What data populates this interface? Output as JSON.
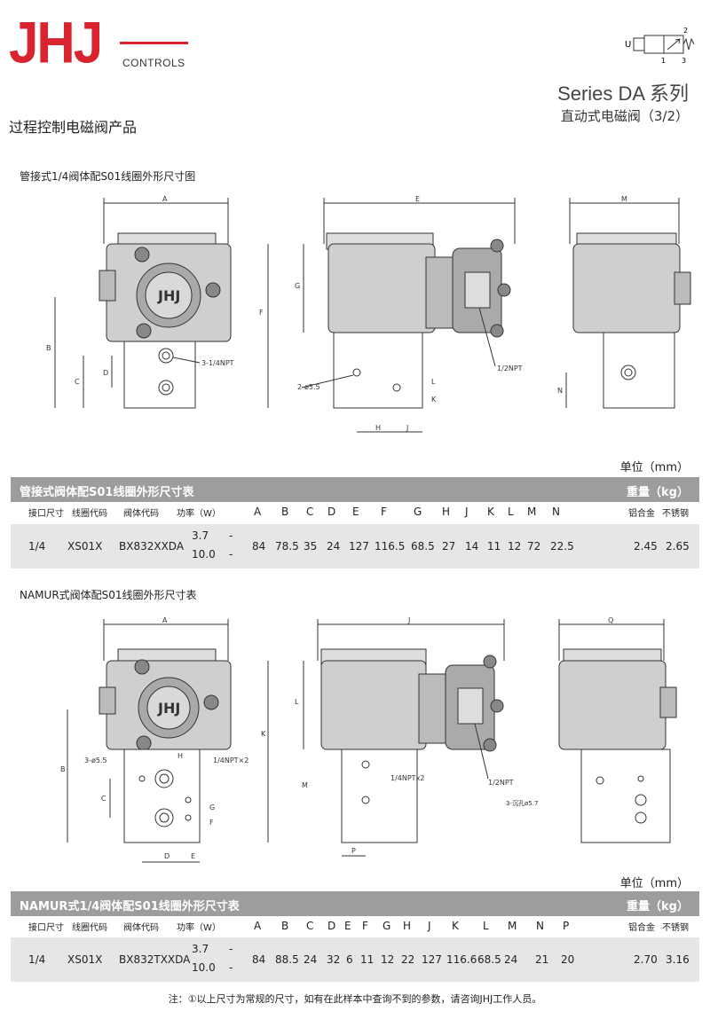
{
  "header": {
    "logo": "JHJ",
    "logo_sub": "CONTROLS",
    "series_title": "Series DA 系列",
    "series_subtitle": "直动式电磁阀（3/2）",
    "category": "过程控制电磁阀产品",
    "symbol_labels": {
      "u": "U",
      "p2": "2",
      "p1": "1",
      "p3": "3"
    }
  },
  "section1": {
    "drawing_title": "管接式1/4阀体配S01线圈外形尺寸图",
    "drawing_labels": {
      "a": "A",
      "b": "B",
      "c": "C",
      "d": "D",
      "e": "E",
      "f": "F",
      "g": "G",
      "h": "H",
      "j": "J",
      "k": "K",
      "l": "L",
      "m": "M",
      "n": "N",
      "npt14": "3-1/4NPT",
      "npt12": "1/2NPT",
      "hole": "2-ø5.5",
      "logo": "JHJ"
    },
    "unit": "单位（mm）",
    "table_title": "管接式阀体配S01线圈外形尺寸表",
    "weight_title": "重量（kg）",
    "headers": [
      "接口尺寸",
      "线圈代码",
      "阀体代码",
      "功率（W）",
      "A",
      "B",
      "C",
      "D",
      "E",
      "F",
      "G",
      "H",
      "J",
      "K",
      "L",
      "M",
      "N",
      "铝合金",
      "不锈钢"
    ],
    "row": {
      "port": "1/4",
      "coil": "XS01X",
      "body": "BX832XXDA",
      "power1": "3.7",
      "power2": "10.0",
      "dash1": "-",
      "dash2": "-",
      "dims": [
        "84",
        "78.5",
        "35",
        "24",
        "127",
        "116.5",
        "68.5",
        "27",
        "14",
        "11",
        "12",
        "72",
        "22.5"
      ],
      "al": "2.45",
      "ss": "2.65"
    }
  },
  "section2": {
    "drawing_title": "NAMUR式阀体配S01线圈外形尺寸表",
    "drawing_labels": {
      "a": "A",
      "b": "B",
      "c": "C",
      "d": "D",
      "e": "E",
      "f": "F",
      "g": "G",
      "h": "H",
      "j": "J",
      "k": "K",
      "l": "L",
      "m": "M",
      "p": "P",
      "q": "Q",
      "npt14x2a": "1/4NPT×2",
      "npt14x2b": "1/4NPTx2",
      "npt12": "1/2NPT",
      "hole": "3-ø5.5",
      "mount": "3-沉孔ø5.7",
      "logo": "JHJ"
    },
    "unit": "单位（mm）",
    "table_title": "NAMUR式1/4阀体配S01线圈外形尺寸表",
    "weight_title": "重量（kg）",
    "headers": [
      "接口尺寸",
      "线圈代码",
      "阀体代码",
      "功率（W）",
      "A",
      "B",
      "C",
      "D",
      "E",
      "F",
      "G",
      "H",
      "J",
      "K",
      "L",
      "M",
      "N",
      "P",
      "铝合金",
      "不锈钢"
    ],
    "row": {
      "port": "1/4",
      "coil": "XS01X",
      "body": "BX832TXXDA",
      "power1": "3.7",
      "power2": "10.0",
      "dash1": "-",
      "dash2": "-",
      "dims": [
        "84",
        "88.5",
        "24",
        "32",
        "6",
        "11",
        "12",
        "22",
        "127",
        "116.6",
        "68.5",
        "24",
        "21",
        "20"
      ],
      "al": "2.70",
      "ss": "3.16"
    }
  },
  "footnote": "注：①以上尺寸为常规的尺寸，如有在此样本中查询不到的参数，请咨询JHJ工作人员。"
}
